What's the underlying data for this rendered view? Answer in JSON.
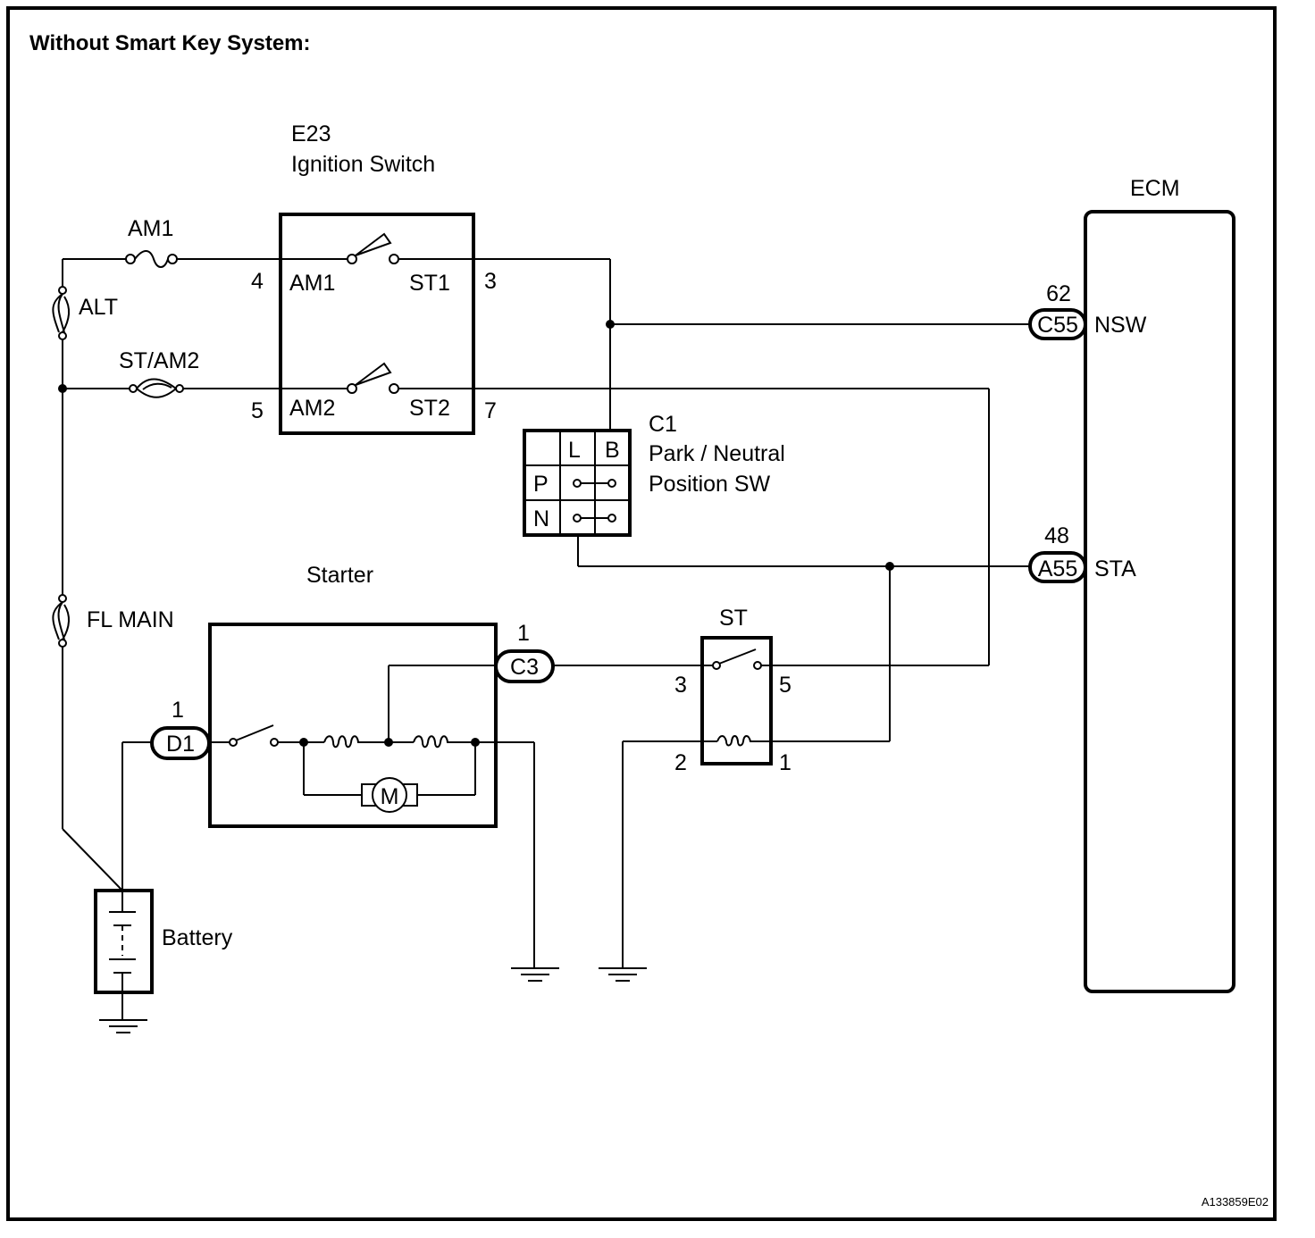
{
  "title": "Without Smart Key System:",
  "figure_id": "A133859E02",
  "fuses": {
    "am1": "AM1",
    "alt": "ALT",
    "st_am2": "ST/AM2",
    "fl_main": "FL MAIN"
  },
  "ignition_switch": {
    "code": "E23",
    "name": "Ignition Switch",
    "pins": {
      "am1": "4",
      "st1": "3",
      "am2": "5",
      "st2": "7"
    },
    "labels": {
      "am1": "AM1",
      "st1": "ST1",
      "am2": "AM2",
      "st2": "ST2"
    }
  },
  "pn_switch": {
    "code": "C1",
    "name_line1": "Park / Neutral",
    "name_line2": "Position SW",
    "columns": [
      "L",
      "B"
    ],
    "rows": [
      "P",
      "N"
    ]
  },
  "ecm": {
    "name": "ECM",
    "terminals": [
      {
        "pin": "62",
        "connector": "C55",
        "signal": "NSW"
      },
      {
        "pin": "48",
        "connector": "A55",
        "signal": "STA"
      }
    ]
  },
  "starter": {
    "name": "Starter",
    "connectors": [
      {
        "pin": "1",
        "connector": "C3"
      },
      {
        "pin": "1",
        "connector": "D1"
      }
    ],
    "motor_label": "M"
  },
  "st_relay": {
    "name": "ST",
    "pins": {
      "switch_in": "3",
      "switch_out": "5",
      "coil_in": "2",
      "coil_out": "1"
    }
  },
  "battery": {
    "name": "Battery"
  }
}
